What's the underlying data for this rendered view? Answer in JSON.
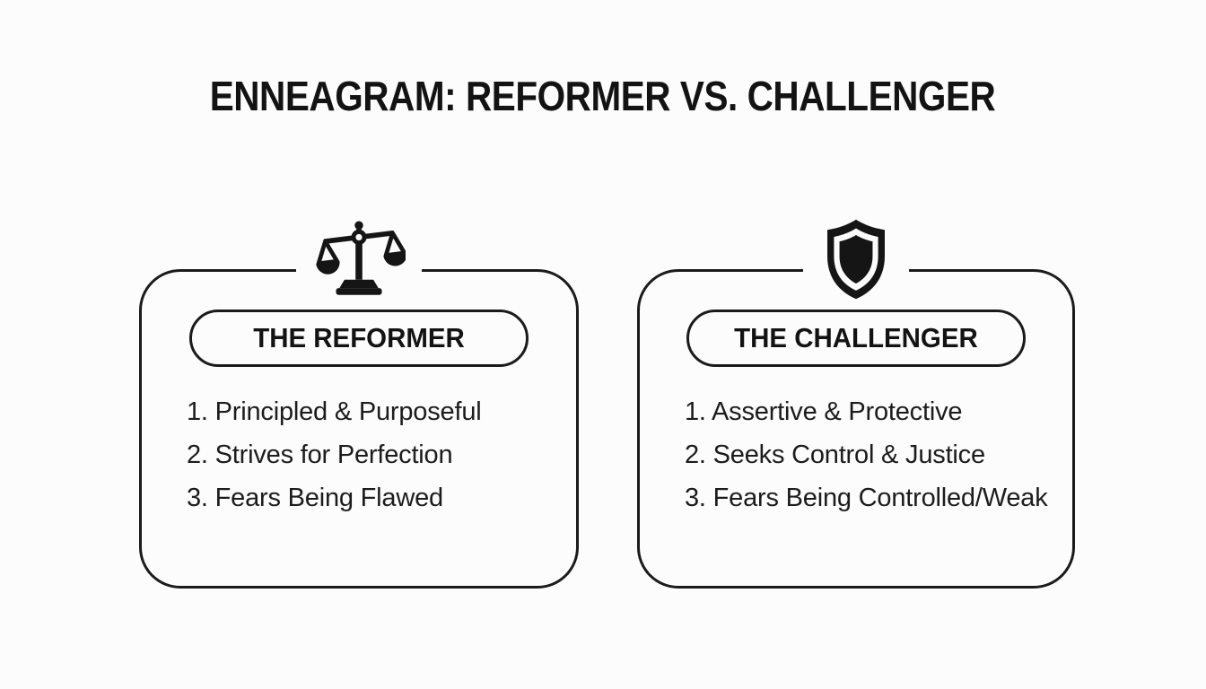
{
  "title": "ENNEAGRAM: REFORMER VS. CHALLENGER",
  "colors": {
    "background": "#fcfcfd",
    "ink": "#131313",
    "card_border": "#1b1b1b"
  },
  "cards": [
    {
      "icon": "scales-icon",
      "label": "THE REFORMER",
      "traits": [
        "1. Principled & Purposeful",
        "2. Strives for Perfection",
        "3. Fears Being Flawed"
      ]
    },
    {
      "icon": "shield-icon",
      "label": "THE CHALLENGER",
      "traits": [
        "1. Assertive & Protective",
        "2. Seeks Control & Justice",
        "3. Fears Being Controlled/Weak"
      ]
    }
  ]
}
